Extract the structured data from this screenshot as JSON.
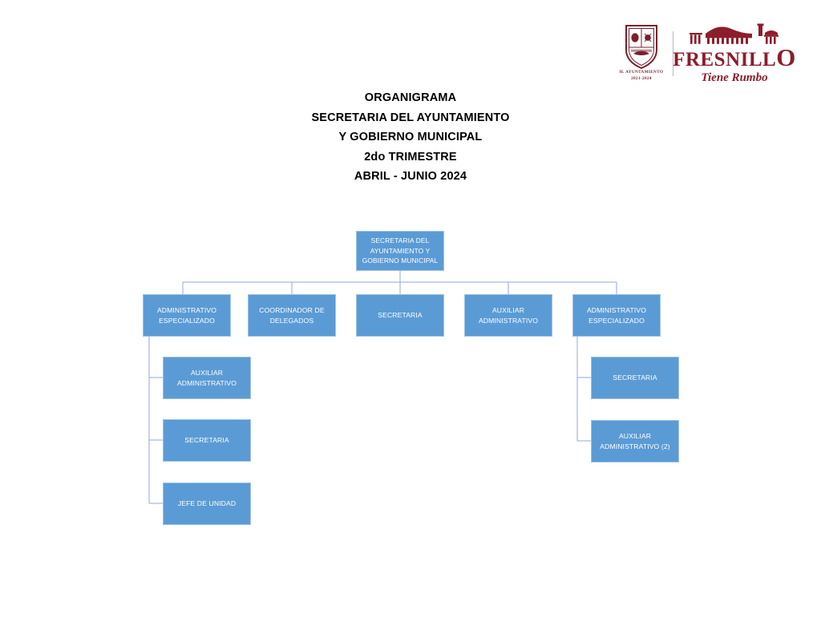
{
  "document": {
    "title_lines": [
      "ORGANIGRAMA",
      "SECRETARIA DEL AYUNTAMIENTO",
      "Y GOBIERNO MUNICIPAL",
      "2do TRIMESTRE",
      "ABRIL - JUNIO 2024"
    ]
  },
  "logo": {
    "crest_caption_line1": "H. AYUNTAMIENTO",
    "crest_caption_line2": "2021-2024",
    "wordmark": "FRESNILL",
    "wordmark_last_letter": "O",
    "tagline": "Tiene Rumbo",
    "brand_color": "#8c1d2a",
    "crest_color": "#7b1f2b"
  },
  "chart_data": {
    "type": "org-chart",
    "box_fill": "#5b9bd5",
    "box_border": "#9dc3e6",
    "connector_color": "#8faadc",
    "text_color": "#ffffff",
    "nodes": [
      {
        "id": "root",
        "label": "SECRETARIA DEL\nAYUNTAMIENTO Y\nGOBIERNO MUNICIPAL",
        "level": 0,
        "parent": null
      },
      {
        "id": "l2-1",
        "label": "ADMINISTRATIVO\nESPECIALIZADO",
        "level": 1,
        "parent": "root"
      },
      {
        "id": "l2-2",
        "label": "COORDINADOR DE\nDELEGADOS",
        "level": 1,
        "parent": "root"
      },
      {
        "id": "l2-3",
        "label": "SECRETARIA",
        "level": 1,
        "parent": "root"
      },
      {
        "id": "l2-4",
        "label": "AUXILIAR\nADMINISTRATIVO",
        "level": 1,
        "parent": "root"
      },
      {
        "id": "l2-5",
        "label": "ADMINISTRATIVO\nESPECIALIZADO",
        "level": 1,
        "parent": "root"
      },
      {
        "id": "l3-1",
        "label": "AUXILIAR\nADMINISTRATIVO",
        "level": 2,
        "parent": "l2-1"
      },
      {
        "id": "l3-2",
        "label": "SECRETARIA",
        "level": 2,
        "parent": "l2-1"
      },
      {
        "id": "l3-3",
        "label": "JEFE DE UNIDAD",
        "level": 2,
        "parent": "l2-1"
      },
      {
        "id": "l3-4",
        "label": "SECRETARIA",
        "level": 2,
        "parent": "l2-5"
      },
      {
        "id": "l3-5",
        "label": "AUXILIAR\nADMINISTRATIVO (2)",
        "level": 2,
        "parent": "l2-5"
      }
    ]
  }
}
